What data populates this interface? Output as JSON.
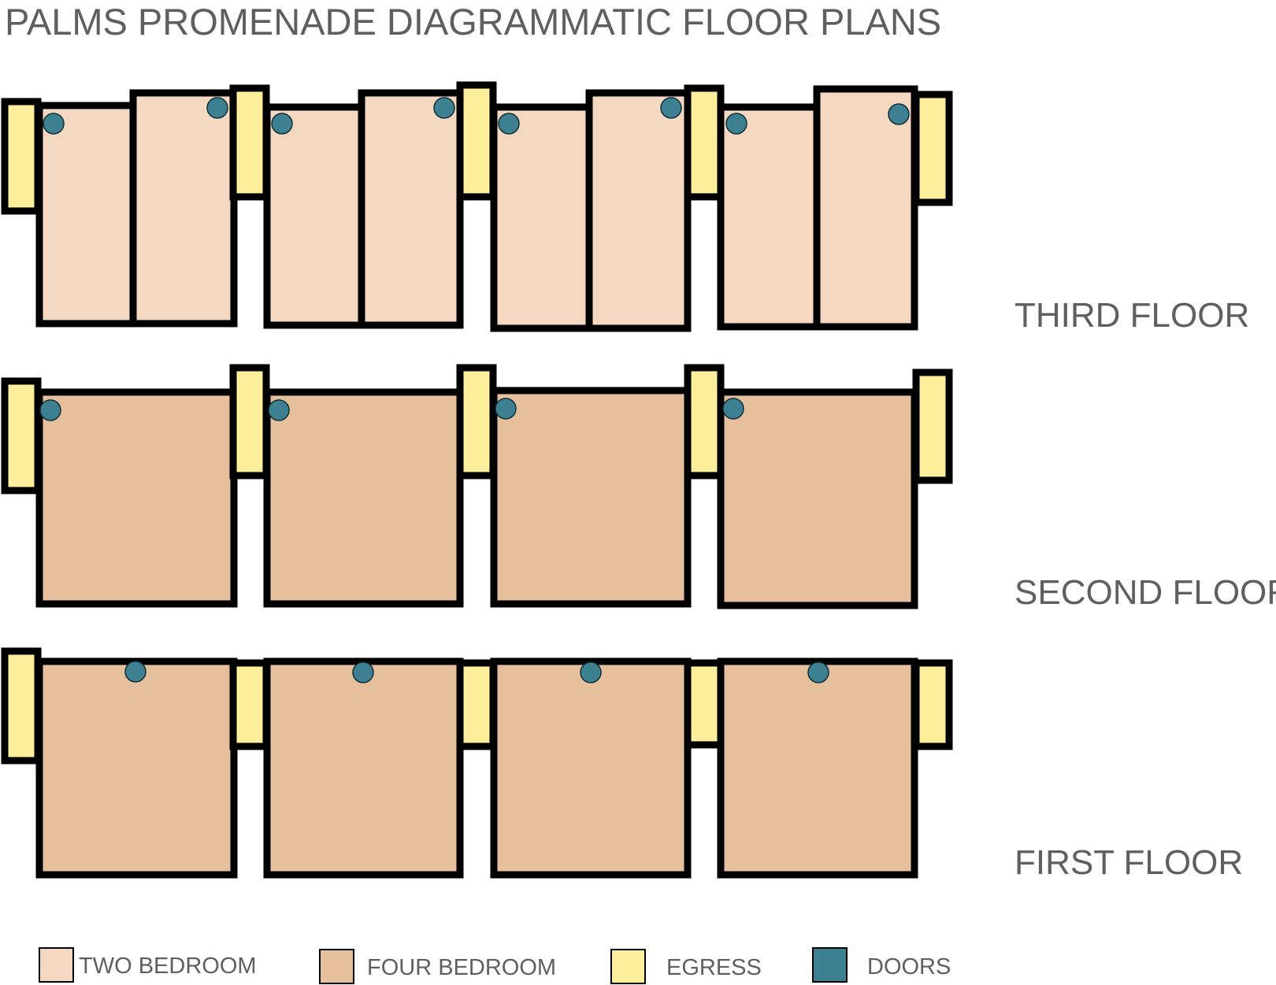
{
  "title": "PALMS PROMENADE DIAGRAMMATIC FLOOR PLANS",
  "colors": {
    "two_bedroom": "#f4d8c2",
    "four_bedroom": "#e6c09d",
    "egress": "#fdee9c",
    "doors": "#3d8091",
    "wall": "#000000",
    "text": "#5f5f5f"
  },
  "floors": {
    "third": {
      "label": "THIRD FLOOR",
      "unit_type": "two_bedroom",
      "units": 4,
      "rooms_per_unit": 2,
      "doors": 8,
      "egress_stairs": 5
    },
    "second": {
      "label": "SECOND FLOOR",
      "unit_type": "four_bedroom",
      "units": 4,
      "doors": 4,
      "egress_stairs": 5
    },
    "first": {
      "label": "FIRST FLOOR",
      "unit_type": "four_bedroom",
      "units": 4,
      "doors": 4,
      "egress_stairs": 5
    }
  },
  "legend": {
    "two_bedroom": "TWO BEDROOM",
    "four_bedroom": "FOUR BEDROOM",
    "egress": "EGRESS",
    "doors": "DOORS"
  }
}
